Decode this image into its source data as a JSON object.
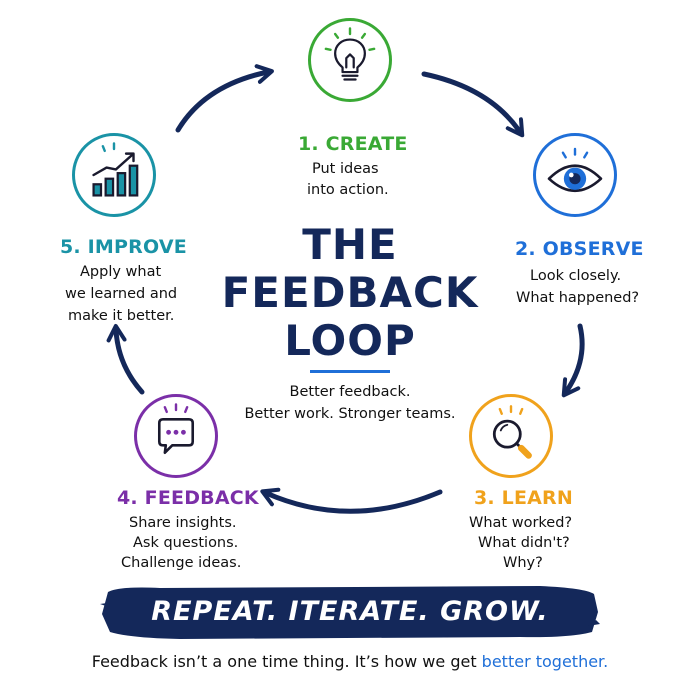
{
  "title_lines": [
    "THE",
    "FEEDBACK",
    "LOOP"
  ],
  "subtitle_lines": [
    "Better feedback.",
    "Better work. Stronger teams."
  ],
  "stages": [
    {
      "id": "create",
      "title": "1. CREATE",
      "lines": [
        "Put ideas",
        "into action."
      ],
      "color": "#3aa935",
      "icon": "lightbulb-icon"
    },
    {
      "id": "observe",
      "title": "2. OBSERVE",
      "lines": [
        "Look closely.",
        "What happened?"
      ],
      "color": "#1f6fd8",
      "icon": "eye-icon"
    },
    {
      "id": "learn",
      "title": "3. LEARN",
      "lines": [
        "What worked?",
        "What didn't?",
        "Why?"
      ],
      "color": "#f0a21c",
      "icon": "magnifier-icon"
    },
    {
      "id": "feedback",
      "title": "4. FEEDBACK",
      "lines": [
        "Share insights.",
        "Ask questions.",
        "Challenge ideas."
      ],
      "color": "#7b2fa8",
      "icon": "chat-bubble-icon"
    },
    {
      "id": "improve",
      "title": "5. IMPROVE",
      "lines": [
        "Apply what",
        "we learned and",
        "make it better."
      ],
      "color": "#1a93a6",
      "icon": "growth-chart-icon"
    }
  ],
  "banner": {
    "text": "REPEAT. ITERATE. GROW.",
    "color": "#14285a"
  },
  "footer": {
    "text": "Feedback isn’t a one time thing. It’s how we get ",
    "highlight": "better together."
  },
  "colors": {
    "navy": "#14285a",
    "accent_blue": "#1f6fd8"
  }
}
